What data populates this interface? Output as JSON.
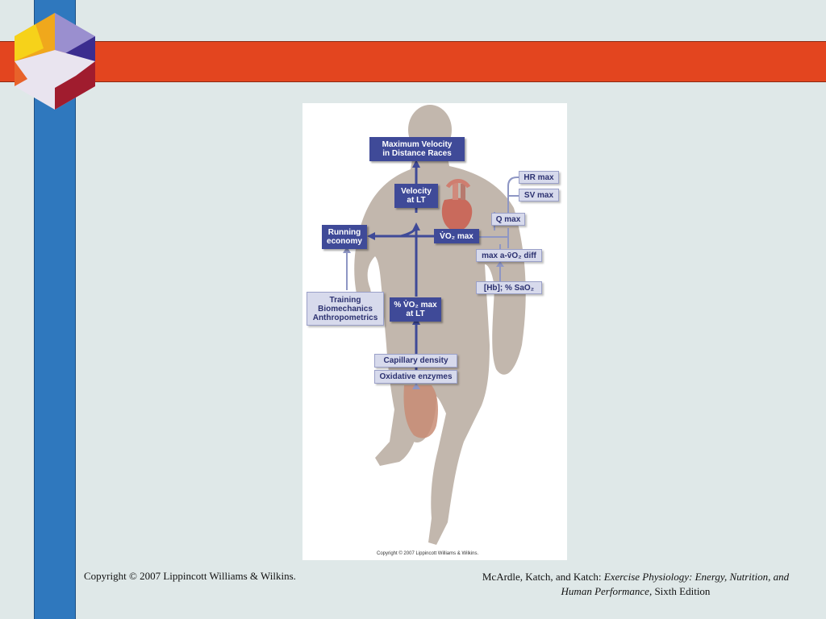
{
  "figure": {
    "boxes": {
      "max_velocity_line1": "Maximum Velocity",
      "max_velocity_line2": "in Distance Races",
      "velocity_lt_line1": "Velocity",
      "velocity_lt_line2": "at LT",
      "running_economy_line1": "Running",
      "running_economy_line2": "economy",
      "vo2max": "V̇O₂ max",
      "hr_max": "HR max",
      "sv_max": "SV max",
      "q_max": "Q max",
      "a_v_diff": "max a-v̄O₂ diff",
      "hb_sao2": "[Hb]; % SaO₂",
      "training_line1": "Training",
      "training_line2": "Biomechanics",
      "training_line3": "Anthropometrics",
      "pct_vo2_line1": "% V̇O₂ max",
      "pct_vo2_line2": "at LT",
      "capillary": "Capillary density",
      "oxidative": "Oxidative enzymes"
    },
    "figure_copyright": "Copyright © 2007 Lippincott Williams & Wilkins."
  },
  "footer": {
    "copyright": "Copyright © 2007 Lippincott Williams & Wilkins.",
    "citation_authors": "McArdle, Katch, and Katch: ",
    "citation_title": "Exercise Physiology: Energy, Nutrition, and Human Performance,",
    "citation_edition": " Sixth Edition"
  },
  "colors": {
    "background": "#dfe8e8",
    "vertical_bar": "#2f78be",
    "horizontal_bar": "#e3451f",
    "dark_box": "#3f4a98",
    "light_box": "#d7daec"
  }
}
